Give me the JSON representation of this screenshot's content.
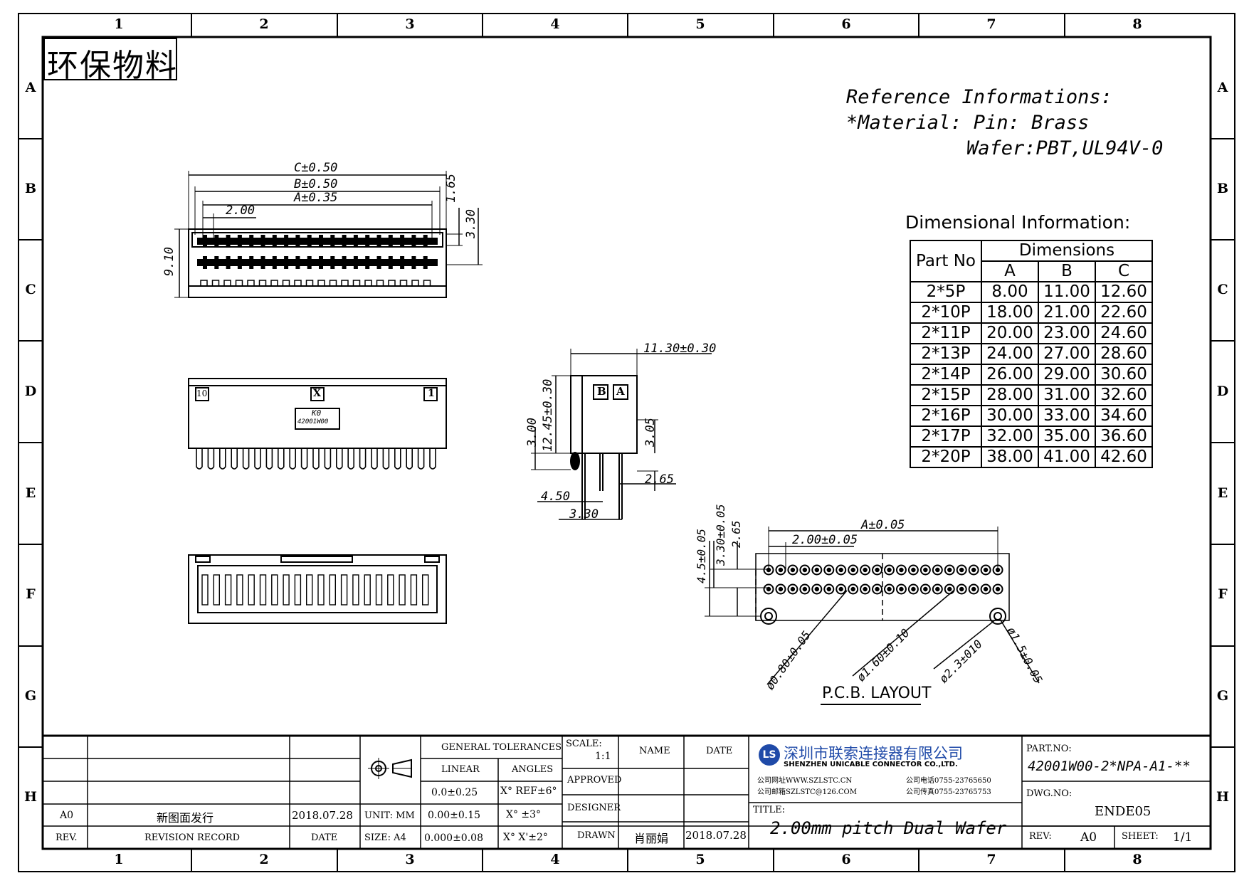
{
  "stamp": "环保物料",
  "zones": {
    "columns": [
      "1",
      "2",
      "3",
      "4",
      "5",
      "6",
      "7",
      "8"
    ],
    "rows": [
      "A",
      "B",
      "C",
      "D",
      "E",
      "F",
      "G",
      "H"
    ]
  },
  "reference": {
    "line1": "Reference Informations:",
    "line2": "*Material: Pin: Brass",
    "line3": "Wafer:PBT,UL94V-0"
  },
  "dimensional": {
    "title": "Dimensional Information:",
    "part_no_header": "Part No",
    "dimensions_header": "Dimensions",
    "cols": [
      "A",
      "B",
      "C"
    ],
    "rows": [
      {
        "part": "2*5P",
        "a": "8.00",
        "b": "11.00",
        "c": "12.60"
      },
      {
        "part": "2*10P",
        "a": "18.00",
        "b": "21.00",
        "c": "22.60"
      },
      {
        "part": "2*11P",
        "a": "20.00",
        "b": "23.00",
        "c": "24.60"
      },
      {
        "part": "2*13P",
        "a": "24.00",
        "b": "27.00",
        "c": "28.60"
      },
      {
        "part": "2*14P",
        "a": "26.00",
        "b": "29.00",
        "c": "30.60"
      },
      {
        "part": "2*15P",
        "a": "28.00",
        "b": "31.00",
        "c": "32.60"
      },
      {
        "part": "2*16P",
        "a": "30.00",
        "b": "33.00",
        "c": "34.60"
      },
      {
        "part": "2*17P",
        "a": "32.00",
        "b": "35.00",
        "c": "36.60"
      },
      {
        "part": "2*20P",
        "a": "38.00",
        "b": "41.00",
        "c": "42.60"
      }
    ]
  },
  "top_view_dims": {
    "c": "C±0.50",
    "b": "B±0.50",
    "a": "A±0.35",
    "pitch": "2.00",
    "d165": "1.65",
    "d330": "3.30",
    "d910": "9.10"
  },
  "front_view": {
    "pin_first": "1",
    "pin_last": "10",
    "mark": "X",
    "label_line1": "K0",
    "label_line2": "42001W00"
  },
  "side_view_dims": {
    "width": "11.30±0.30",
    "height": "12.45±0.30",
    "d300": "3.00",
    "d305": "3.05",
    "d265": "2.65",
    "d450": "4.50",
    "d330": "3.30",
    "mark_b": "B",
    "mark_a": "A"
  },
  "pcb": {
    "title": "P.C.B. LAYOUT",
    "a": "A±0.05",
    "pitch": "2.00±0.05",
    "d330": "3.30±0.05",
    "d265": "2.65",
    "d45": "4.5±0.05",
    "hole1": "ø0.80±0.05",
    "hole2": "ø1.60±0.10",
    "hole3": "ø2.3±010",
    "hole4": "ø1.5±0.05"
  },
  "title_block": {
    "general_tolerances": "GENERAL TOLERANCES",
    "linear": "LINEAR",
    "angles": "ANGLES",
    "lin1": "0.0±0.25",
    "lin2": "0.00±0.15",
    "lin3": "0.000±0.08",
    "ang1": "X° REF±6°",
    "ang2": "X° ±3°",
    "ang3": "X° X'±2°",
    "scale_label": "SCALE:",
    "scale_value": "1:1",
    "name": "NAME",
    "date": "DATE",
    "approved": "APPROVED",
    "designer": "DESIGNER",
    "drawn": "DRAWN",
    "drawn_name": "肖丽娟",
    "drawn_date": "2018.07.28",
    "unit": "UNIT: MM",
    "size": "SIZE: A4",
    "rev_a0": "A0",
    "rev_record_text": "新图面发行",
    "rev_date": "2018.07.28",
    "rev_h": "REV.",
    "revision_record": "REVISION RECORD",
    "date_h": "DATE",
    "company_cn": "深圳市联索连接器有限公司",
    "company_en": "SHENZHEN UNICABLE CONNECTOR CO.,LTD.",
    "web": "公司网址WWW.SZLSTC.CN",
    "mail": "公司邮箱SZLSTC@126.COM",
    "tel": "公司电话0755-23765650",
    "fax": "公司传真0755-23765753",
    "logo": "LS",
    "title_label": "TITLE:",
    "title_value": "2.00mm pitch Dual Wafer",
    "part_label": "PART.NO:",
    "part_value": "42001W00-2*NPA-A1-**",
    "dwg_label": "DWG.NO:",
    "dwg_value": "ENDE05",
    "rev_label": "REV:",
    "rev_value": "A0",
    "sheet_label": "SHEET:",
    "sheet_value": "1/1"
  }
}
